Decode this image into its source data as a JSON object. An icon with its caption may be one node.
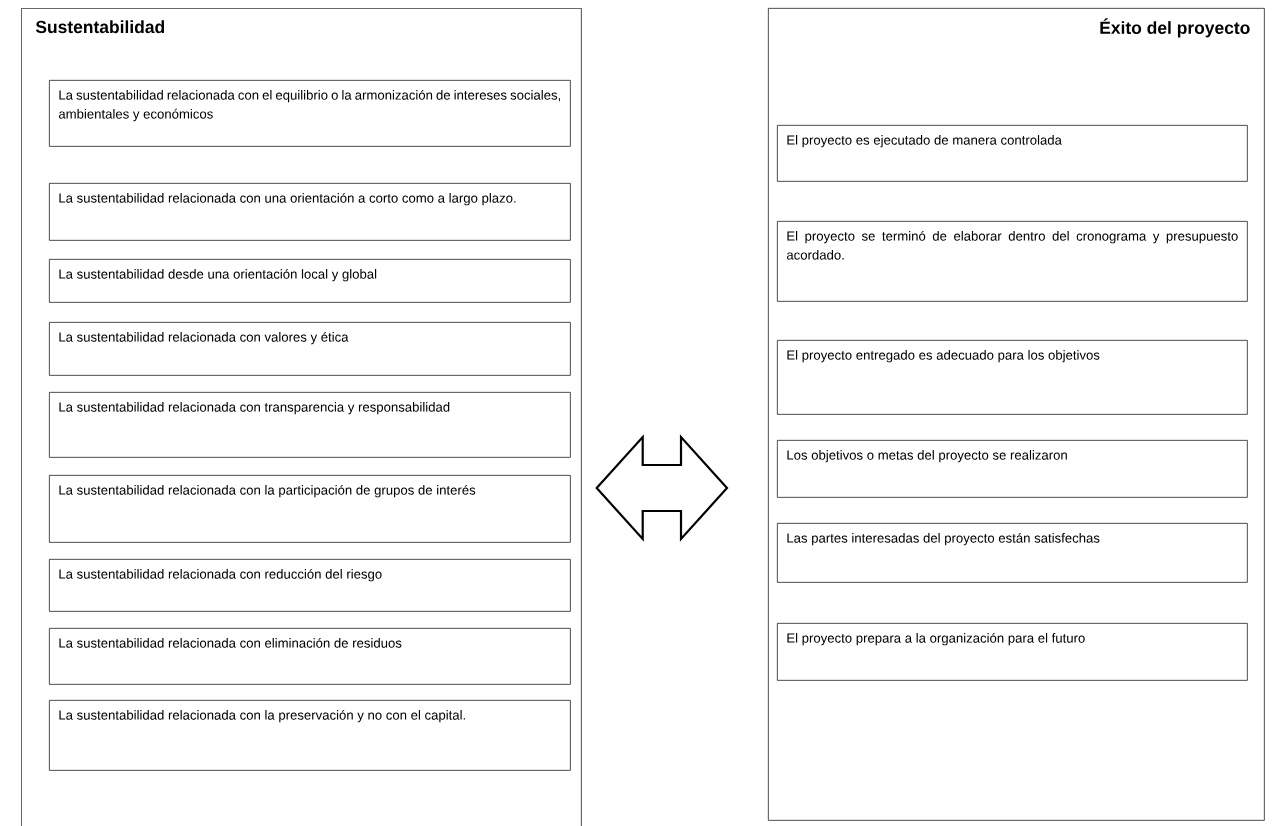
{
  "diagram": {
    "nodes": [
      {
        "text": [
          "Sustentabilidad"
        ]
      },
      {
        "text": [
          "La sustentabilidad relacionada con el equilibrio o la armonización de intereses sociales, ambientales y económicos"
        ],
        "in": 0
      },
      {
        "text": [
          "La sustentabilidad relacionada con una orientación a corto como a largo plazo."
        ],
        "in": 0
      },
      {
        "text": [
          "La sustentabilidad desde una orientación local y global"
        ],
        "in": 0
      },
      {
        "text": [
          "La sustentabilidad relacionada con valores y ética"
        ],
        "in": 0
      },
      {
        "text": [
          "La sustentabilidad relacionada con transparencia y responsabilidad"
        ],
        "in": 0
      },
      {
        "text": [
          "La sustentabilidad relacionada con la participación de grupos de interés"
        ],
        "in": 0
      },
      {
        "text": [
          "La sustentabilidad relacionada con reducción del riesgo"
        ],
        "in": 0
      },
      {
        "text": [
          "La sustentabilidad relacionada con eliminación de residuos"
        ],
        "in": 0
      },
      {
        "text": [
          "La sustentabilidad relacionada con la preservación y no con el capital."
        ],
        "in": 0
      },
      {
        "text": [
          "Éxito del proyecto"
        ]
      },
      {
        "text": [
          "El proyecto es ejecutado de manera controlada"
        ],
        "in": 10
      },
      {
        "text": [
          "El proyecto se terminó de elaborar dentro del cronograma y presupuesto acordado."
        ],
        "in": 10
      },
      {
        "text": [
          "El proyecto entregado es adecuado para los objetivos"
        ],
        "in": 10
      },
      {
        "text": [
          "Los objetivos o metas del proyecto se realizaron"
        ],
        "in": 10
      },
      {
        "text": [
          "Las partes interesadas del proyecto están satisfechas"
        ],
        "in": 10
      },
      {
        "text": [
          "El proyecto prepara a la organización para el futuro"
        ],
        "in": 10
      }
    ],
    "edges": [
      {
        "from": 0,
        "to": 10,
        "arrow": "both"
      }
    ]
  }
}
